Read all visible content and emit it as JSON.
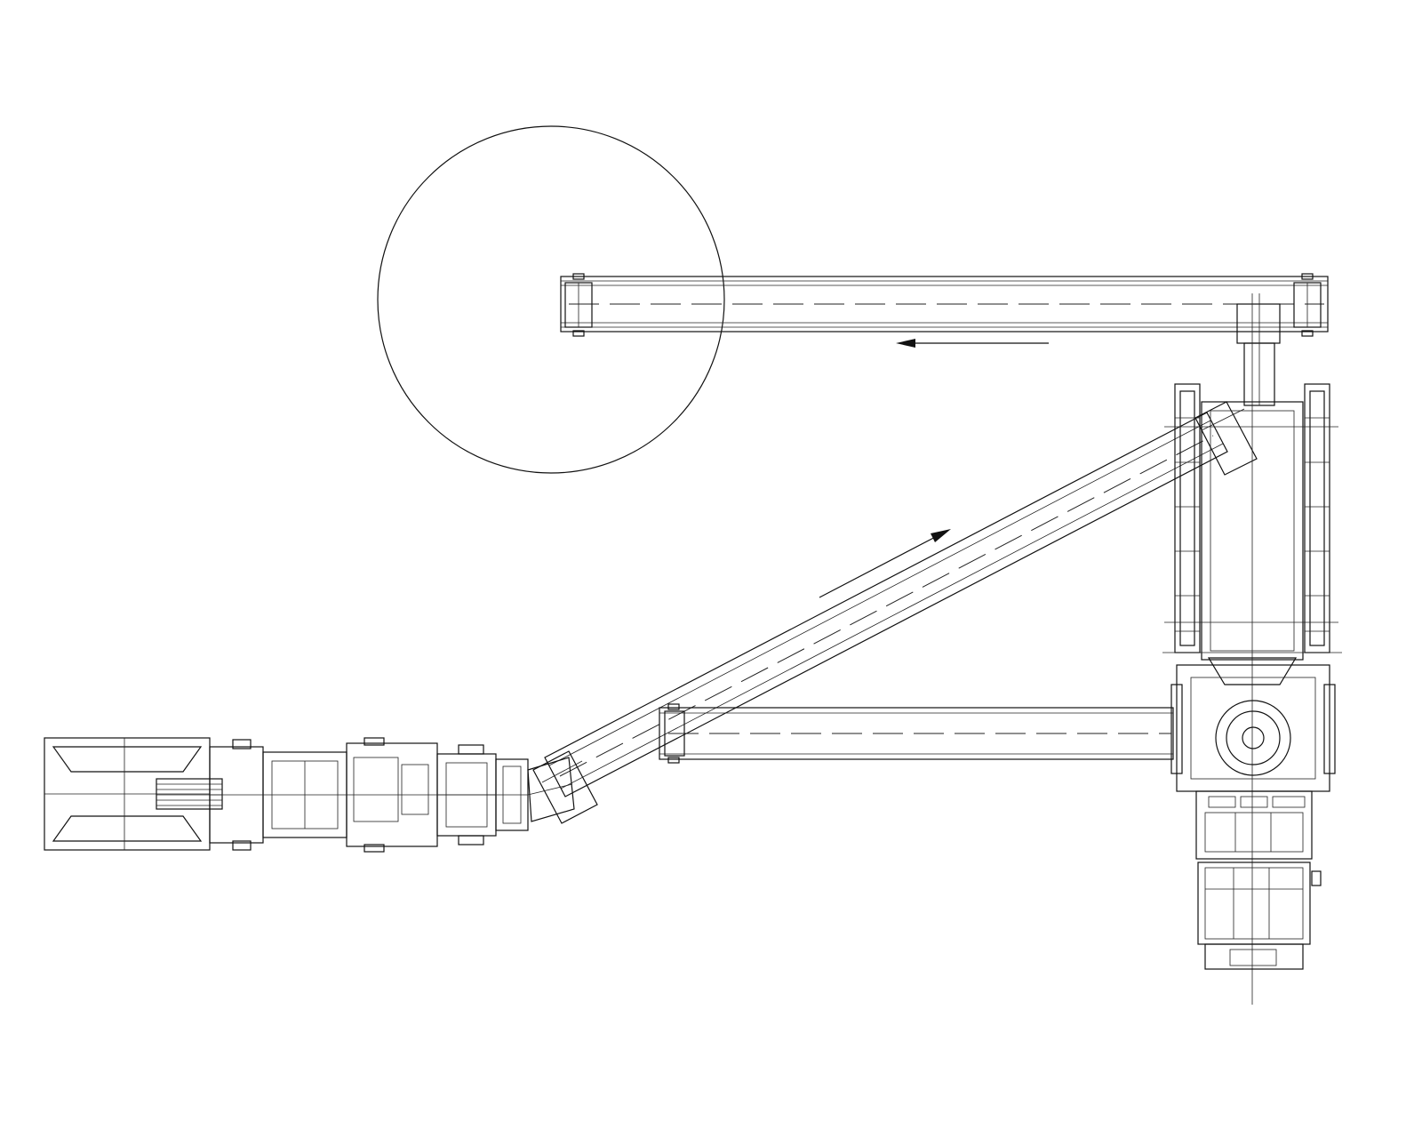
{
  "drawing": {
    "background": "#ffffff",
    "stroke_color": "#111111",
    "components": [
      "stockpile-circle",
      "top-conveyor",
      "inclined-conveyor",
      "lower-conveyor",
      "tracked-crusher-unit",
      "hopper-feeder-unit"
    ],
    "flow_arrows": [
      "arrow-left-icon",
      "arrow-up-right-icon"
    ]
  }
}
